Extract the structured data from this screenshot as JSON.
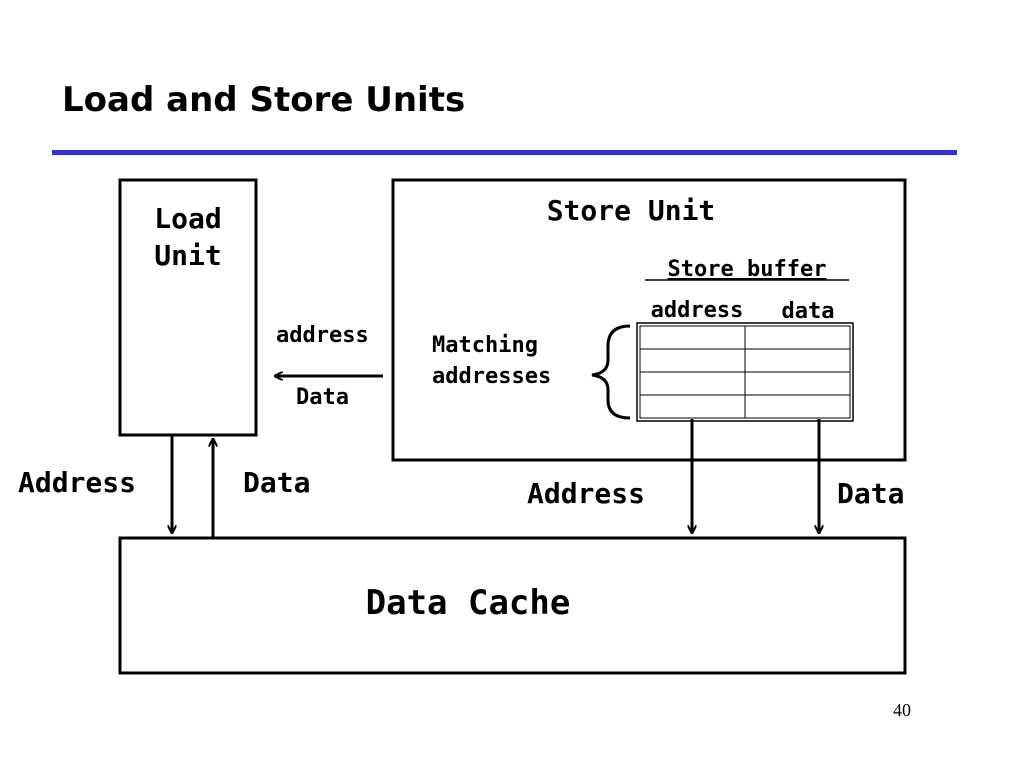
{
  "slide": {
    "title": "Load and Store Units",
    "page_number": "40",
    "accent_color": "#3333cc"
  },
  "diagram": {
    "load_unit": {
      "label_line1": "Load",
      "label_line2": "Unit"
    },
    "store_unit": {
      "label": "Store Unit",
      "store_buffer": {
        "title": "Store buffer",
        "col_address": "address",
        "col_data": "data",
        "rows": 4
      },
      "matching_label_line1": "Matching",
      "matching_label_line2": "addresses"
    },
    "forward_address_label": "address",
    "forward_data_label": "Data",
    "load_address_label": "Address",
    "load_data_label": "Data",
    "store_address_label": "Address",
    "store_data_label": "Data",
    "data_cache_label": "Data Cache"
  }
}
